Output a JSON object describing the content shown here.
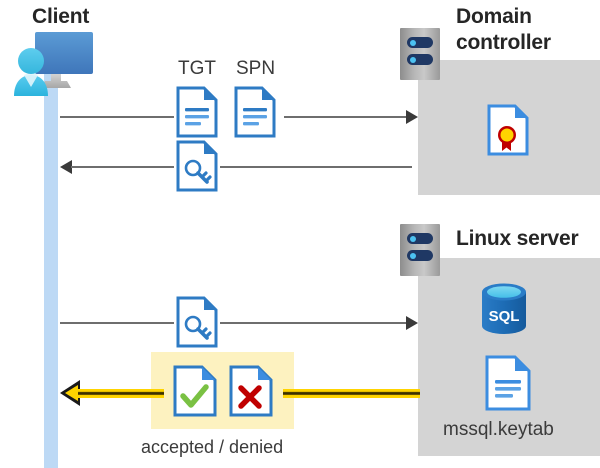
{
  "diagram": {
    "title_client": "Client",
    "title_domain_controller": "Domain controller",
    "title_linux_server": "Linux server",
    "label_tgt": "TGT",
    "label_spn": "SPN",
    "label_accepted_denied": "accepted / denied",
    "label_keytab": "mssql.keytab",
    "label_sql": "SQL"
  },
  "icons": {
    "client": "client-user-monitor-icon",
    "server_tower": "server-tower-icon",
    "document_tgt": "document-icon",
    "document_spn": "document-icon",
    "document_key_upper": "document-key-icon",
    "document_key_lower": "document-key-icon",
    "certificate": "certificate-document-icon",
    "database": "sql-database-icon",
    "keytab_document": "document-icon",
    "accepted": "document-check-icon",
    "denied": "document-cross-icon"
  },
  "colors": {
    "lifeline": "#bdd9f5",
    "panel": "#d4d4d4",
    "highlight": "#fdf2c0",
    "yellow_arrow": "#ffd400",
    "doc_blue": "#2e7bc4",
    "accent_blue": "#3c8de0",
    "check_green": "#7ac143",
    "cross_red": "#c00000",
    "seal_gold": "#ffd400",
    "sql_blue": "#1b6fb8",
    "title_text": "#262626"
  },
  "flows": [
    {
      "name": "client-to-dc-request",
      "direction": "right",
      "style": "gray",
      "labels": [
        "TGT",
        "SPN"
      ]
    },
    {
      "name": "dc-to-client-ticket",
      "direction": "left",
      "style": "gray",
      "labels": []
    },
    {
      "name": "client-to-linux-ticket",
      "direction": "right",
      "style": "gray",
      "labels": []
    },
    {
      "name": "linux-to-client-result",
      "direction": "left",
      "style": "yellow",
      "labels": [
        "accepted / denied"
      ]
    }
  ]
}
